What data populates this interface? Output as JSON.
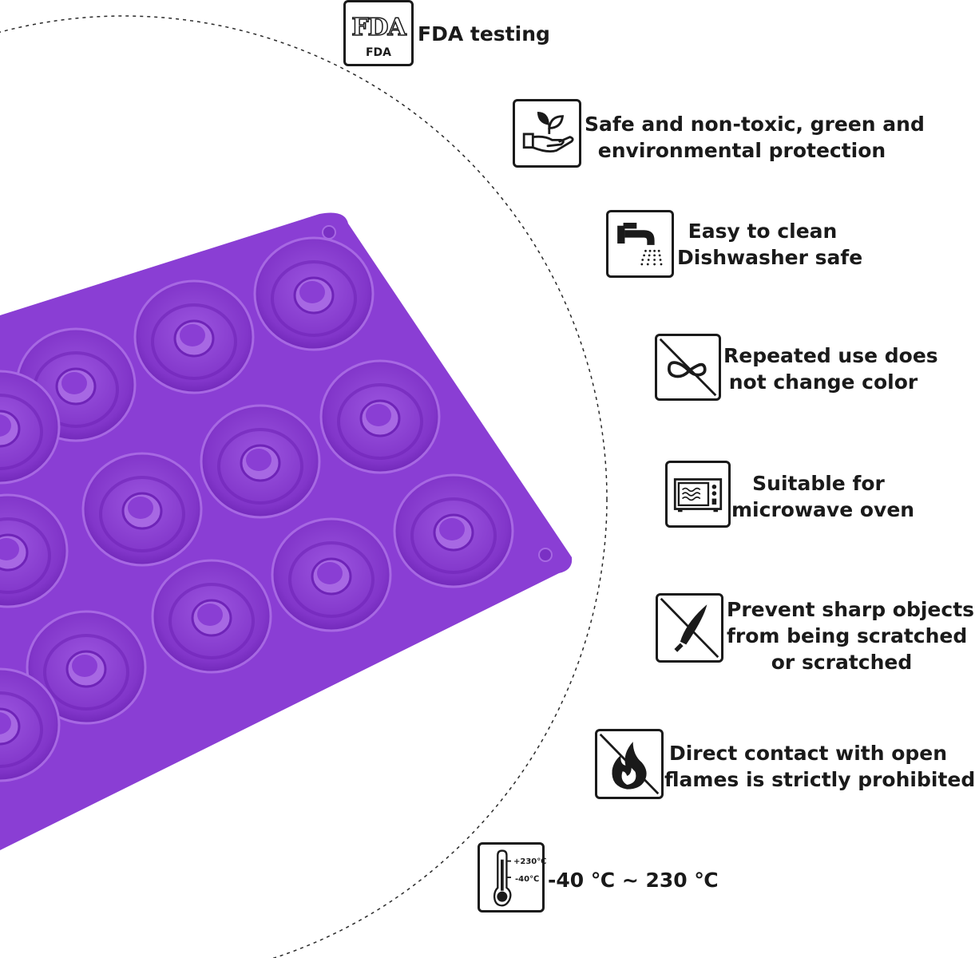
{
  "colors": {
    "mold": "#8a3ed4",
    "mold_dark": "#6f24b8",
    "mold_light": "#a768e3",
    "ink": "#1a1a1a"
  },
  "features": [
    {
      "icon": "fda-icon",
      "lines": [
        "FDA testing"
      ],
      "logo_text": "FDA",
      "logo_small": "FDA"
    },
    {
      "icon": "hand-plant-icon",
      "lines": [
        "Safe and non-toxic, green and",
        "environmental protection"
      ]
    },
    {
      "icon": "faucet-icon",
      "lines": [
        "Easy to clean",
        "Dishwasher safe"
      ]
    },
    {
      "icon": "no-color-change-icon",
      "lines": [
        "Repeated use does",
        "not change color"
      ]
    },
    {
      "icon": "microwave-icon",
      "lines": [
        "Suitable for",
        "microwave oven"
      ]
    },
    {
      "icon": "no-knife-icon",
      "lines": [
        "Prevent sharp objects",
        "from being scratched",
        "or scratched"
      ]
    },
    {
      "icon": "no-flame-icon",
      "lines": [
        "Direct contact with open",
        "flames is strictly prohibited"
      ]
    },
    {
      "icon": "thermometer-icon",
      "lines": [
        "-40 ℃ ~ 230 ℃"
      ],
      "marks": [
        "+230℃",
        "-40℃"
      ]
    }
  ]
}
